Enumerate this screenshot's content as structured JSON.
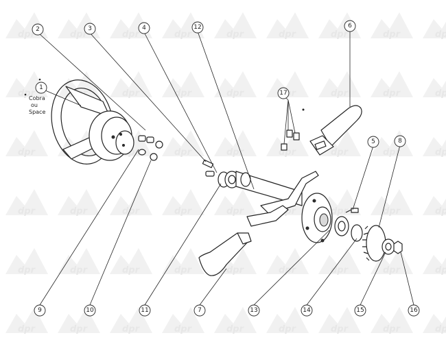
{
  "watermark": {
    "text": "dpr"
  },
  "callouts": {
    "c1": "1",
    "c2": "2",
    "c3": "3",
    "c4": "4",
    "c5": "5",
    "c6": "6",
    "c7": "7",
    "c8": "8",
    "c9": "9",
    "c10": "10",
    "c11": "11",
    "c12": "12",
    "c13": "13",
    "c14": "14",
    "c15": "15",
    "c16": "16",
    "c17": "17"
  },
  "note": {
    "line1": "Cobra",
    "line2": "ou",
    "line3": "Space"
  }
}
